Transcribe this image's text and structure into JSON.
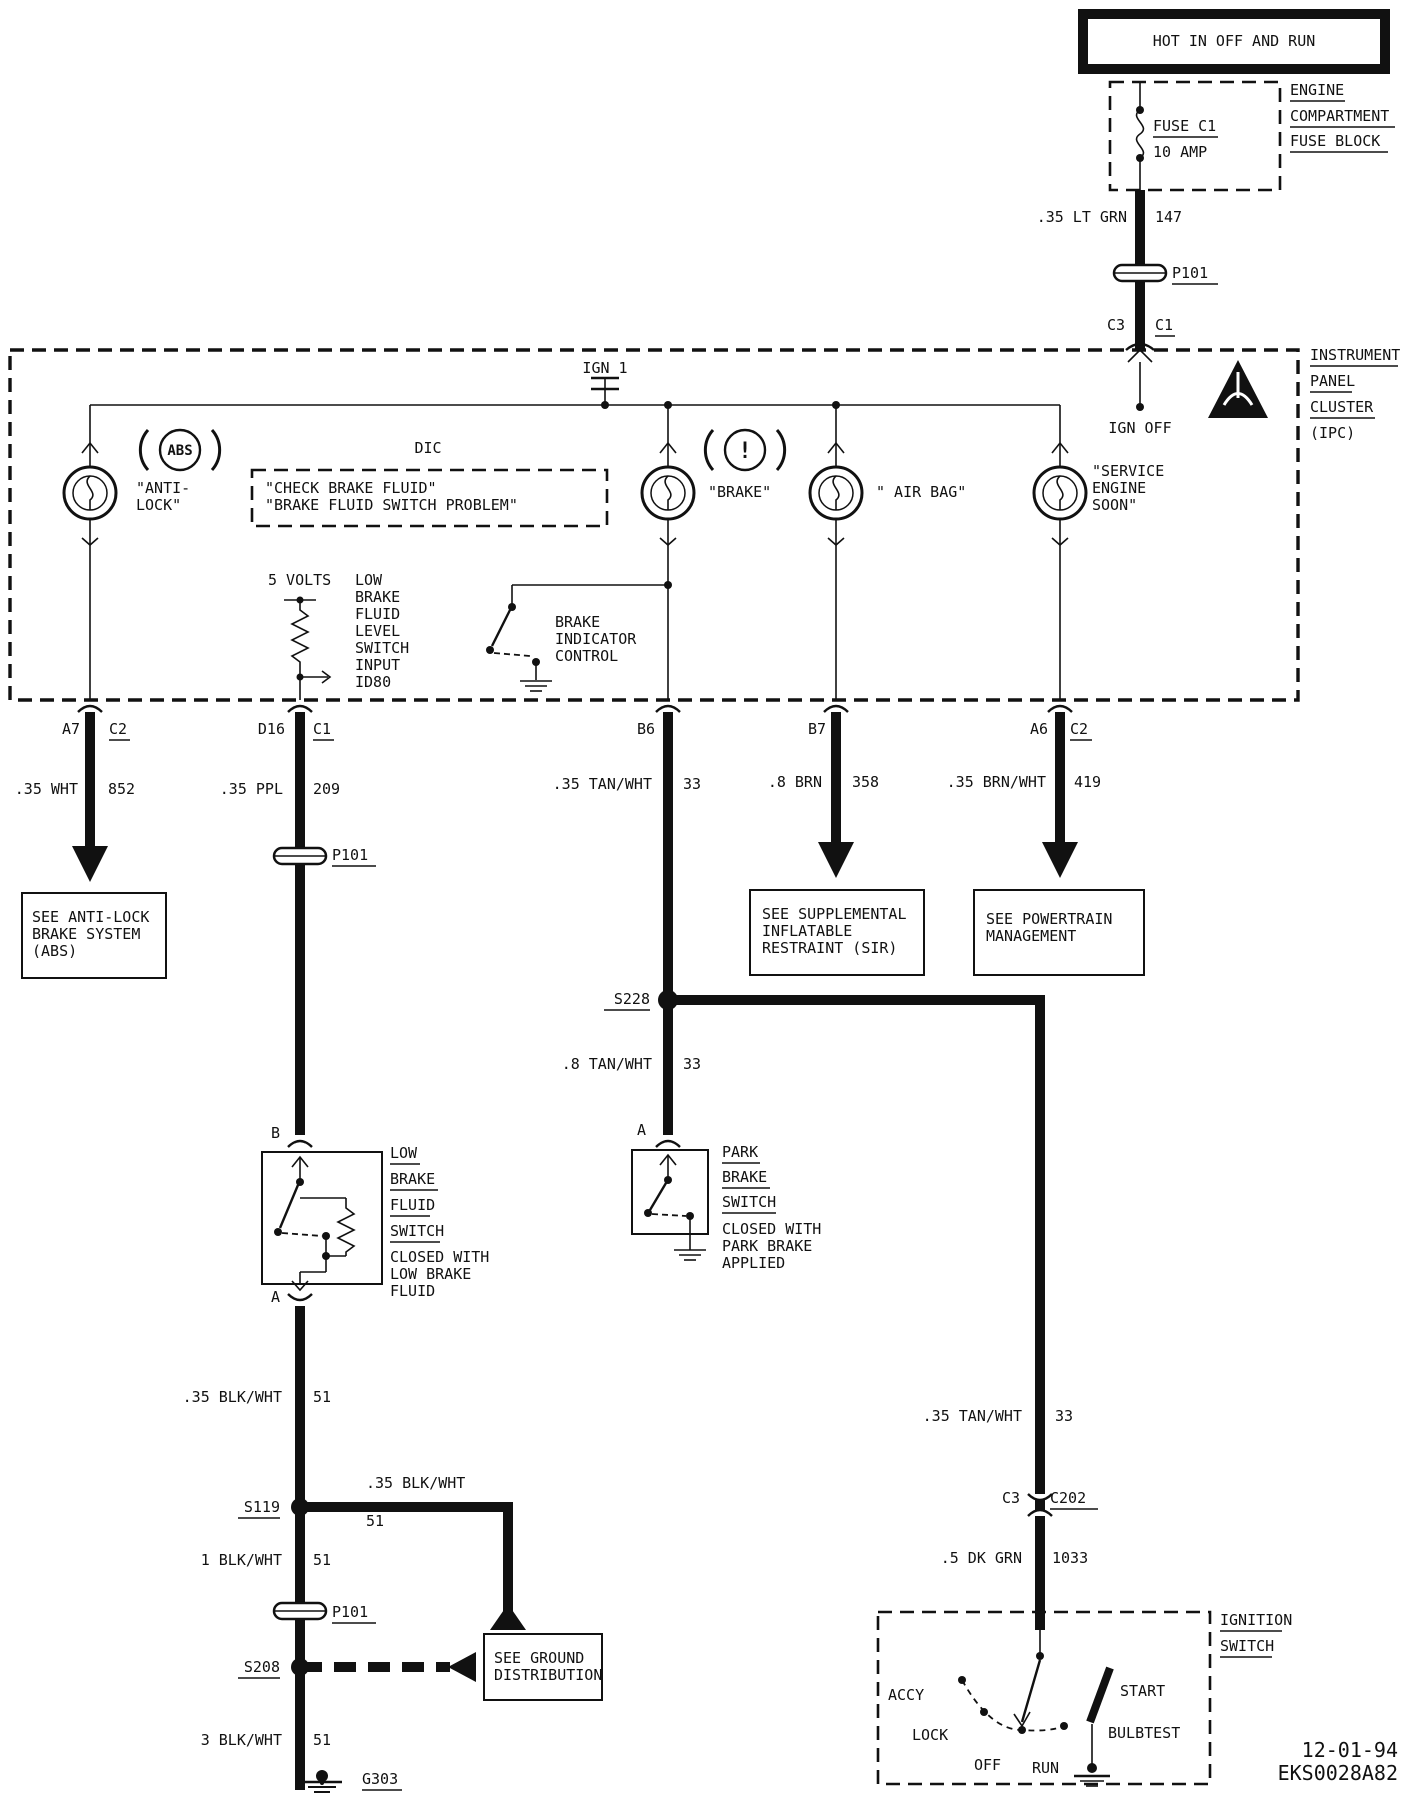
{
  "header": {
    "hot_label": "HOT IN OFF AND RUN"
  },
  "fuse_block": {
    "name_lines": [
      "ENGINE",
      "COMPARTMENT",
      "FUSE BLOCK"
    ],
    "fuse_name": "FUSE C1",
    "fuse_rating": "10 AMP"
  },
  "feed": {
    "wire_size_color": ".35 LT GRN",
    "circuit": "147",
    "connector": "P101",
    "cavity": "C3",
    "conn": "C1"
  },
  "cluster": {
    "name_lines": [
      "INSTRUMENT",
      "PANEL",
      "CLUSTER",
      "(IPC)"
    ],
    "ign_label": "IGN 1",
    "ign_off_label": "IGN OFF",
    "dic_label": "DIC",
    "dic_messages": [
      "\"CHECK BRAKE FLUID\"",
      "\"BRAKE FLUID SWITCH PROBLEM\""
    ],
    "abs_symbol": "ABS",
    "brake_symbol": "!",
    "lamps": {
      "antilock": [
        "\"ANTI-",
        "LOCK\""
      ],
      "brake": "\"BRAKE\"",
      "airbag": "\" AIR BAG\"",
      "service": [
        "\"SERVICE",
        "ENGINE",
        "SOON\""
      ]
    },
    "volts_label": "5 VOLTS",
    "input_lines": [
      "LOW",
      "BRAKE",
      "FLUID",
      "LEVEL",
      "SWITCH",
      "INPUT",
      "ID80"
    ],
    "indicator_lines": [
      "BRAKE",
      "INDICATOR",
      "CONTROL"
    ]
  },
  "outputs": {
    "antilock": {
      "cavity": "A7",
      "conn": "C2",
      "wire": ".35 WHT",
      "circuit": "852",
      "see": [
        "SEE ANTI-LOCK",
        "BRAKE SYSTEM",
        "(ABS)"
      ]
    },
    "fluid": {
      "cavity": "D16",
      "conn": "C1",
      "wire": ".35 PPL",
      "circuit": "209",
      "connector": "P101"
    },
    "brake": {
      "cavity": "B6",
      "wire": ".35 TAN/WHT",
      "circuit": "33"
    },
    "airbag": {
      "cavity": "B7",
      "wire": ".8 BRN",
      "circuit": "358",
      "see": [
        "SEE SUPPLEMENTAL",
        "INFLATABLE",
        "RESTRAINT (SIR)"
      ]
    },
    "service": {
      "cavity": "A6",
      "conn": "C2",
      "wire": ".35 BRN/WHT",
      "circuit": "419",
      "see": [
        "SEE POWERTRAIN",
        "MANAGEMENT"
      ]
    }
  },
  "splice_s228": {
    "name": "S228",
    "wire": ".8 TAN/WHT",
    "circuit": "33"
  },
  "park_brake_switch": {
    "terminal": "A",
    "name_lines": [
      "PARK",
      "BRAKE",
      "SWITCH"
    ],
    "note_lines": [
      "CLOSED WITH",
      "PARK BRAKE",
      "APPLIED"
    ]
  },
  "fluid_switch": {
    "terminal_top": "B",
    "terminal_bottom": "A",
    "name_lines": [
      "LOW",
      "BRAKE",
      "FLUID",
      "SWITCH"
    ],
    "note_lines": [
      "CLOSED WITH",
      "LOW BRAKE",
      "FLUID"
    ]
  },
  "ground_circuit": {
    "wire1": ".35 BLK/WHT",
    "circuit1": "51",
    "splice_s119": "S119",
    "branch_wire": ".35 BLK/WHT",
    "branch_circuit": "51",
    "wire2": "1 BLK/WHT",
    "circuit2": "51",
    "connector": "P101",
    "splice_s208": "S208",
    "see_ground": [
      "SEE GROUND",
      "DISTRIBUTION"
    ],
    "wire3": "3 BLK/WHT",
    "circuit3": "51",
    "ground": "G303"
  },
  "ignition_path": {
    "wire1": ".35 TAN/WHT",
    "circuit1": "33",
    "cavity": "C3",
    "conn": "C202",
    "wire2": ".5 DK GRN",
    "circuit2": "1033"
  },
  "ignition_switch": {
    "name_lines": [
      "IGNITION",
      "SWITCH"
    ],
    "positions": {
      "accy": "ACCY",
      "lock": "LOCK",
      "off": "OFF",
      "run": "RUN",
      "start": "START",
      "bulbtest": "BULBTEST"
    }
  },
  "footer": {
    "date": "12-01-94",
    "code": "EKS0028A82"
  }
}
